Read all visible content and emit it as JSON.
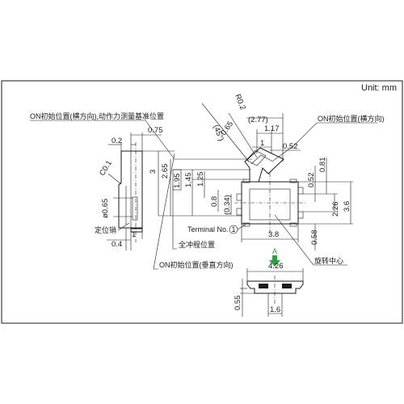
{
  "unit_label": "Unit: mm",
  "notes": {
    "on_initial_horizontal_operating": "ON初始位置(横方向),动作力测量基准位置",
    "on_initial_horizontal": "ON初始位置(横方向)",
    "on_initial_vertical": "ON初始位置(垂直方向)",
    "locating_pin": "定位销",
    "full_stroke": "全冲程位置",
    "rotation_center": "旋转中心",
    "terminal_no": "Terminal No.",
    "terminal_circle": "1",
    "view_arrow": "A"
  },
  "dimensions": {
    "d_0_2": "0.2",
    "d_0_75": "0.75",
    "d_c0_1": "C0.1",
    "d_phi065": "ø0.65",
    "d_0_4": "0.4",
    "d_1_left": "1",
    "d_3": "3",
    "d_2_65": "2.65",
    "d_1_95": "1.95",
    "d_1_45": "1.45",
    "d_1_25": "1.25",
    "d_0_8": "0.8",
    "d_0_34": "(0.34)",
    "d_r0_2": "R0.2",
    "d_2_77": "(2.77)",
    "d_45": "(45°)",
    "d_0_65": "0.65",
    "d_1_17": "1.17",
    "d_1": "1",
    "d_0_52_top": "0.52",
    "d_0_52_right": "0.52",
    "d_0_81": "0.81",
    "d_2_26": "2.26",
    "d_3_6": "3.6",
    "d_3_8": "3.8",
    "d_0_58": "0.58",
    "d_4_26": "4.26",
    "d_0_55": "0.55",
    "d_1_6": "1.6"
  },
  "colors": {
    "line": "#1a1a1a",
    "arrow_green": "#2e9e3e",
    "background": "#ffffff"
  }
}
